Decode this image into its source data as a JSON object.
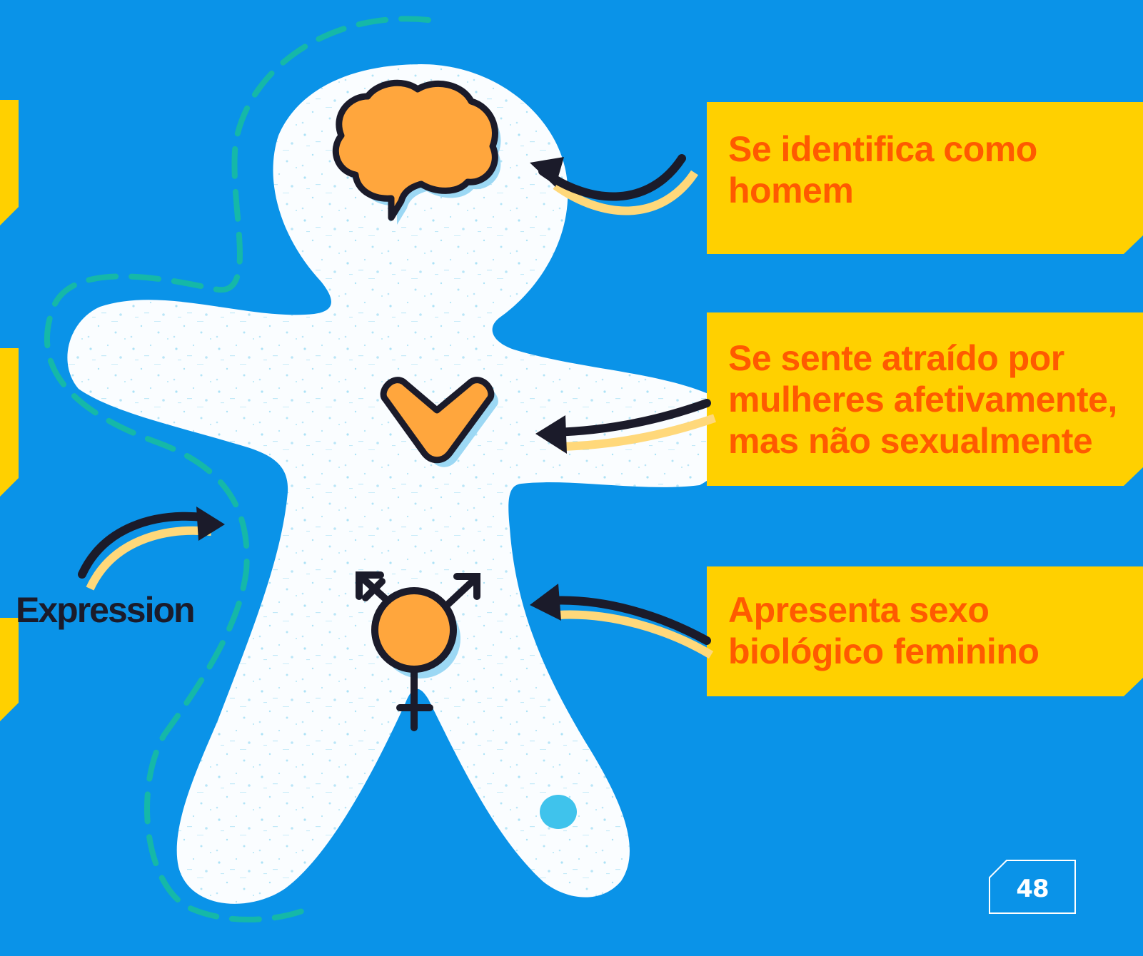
{
  "callouts": {
    "identity": {
      "line1": "Se identifica como",
      "line2": "homem"
    },
    "attraction": {
      "line1": "Se sente atraído por",
      "line2": "mulheres afetivamente,",
      "line3": "mas não sexualmente"
    },
    "sex": {
      "line1": "Apresenta sexo",
      "line2": "biológico feminino"
    }
  },
  "expression_label": "Expression",
  "page_number": "48",
  "colors": {
    "background": "#0A93E8",
    "panel": "#FFD000",
    "callout_text": "#FF5A00",
    "icon_fill": "#FFA63D",
    "outline": "#1B1B2A",
    "dashed_line": "#15B8A8"
  },
  "icons": [
    "brain-icon",
    "heart-icon",
    "transgender-symbol-icon"
  ]
}
